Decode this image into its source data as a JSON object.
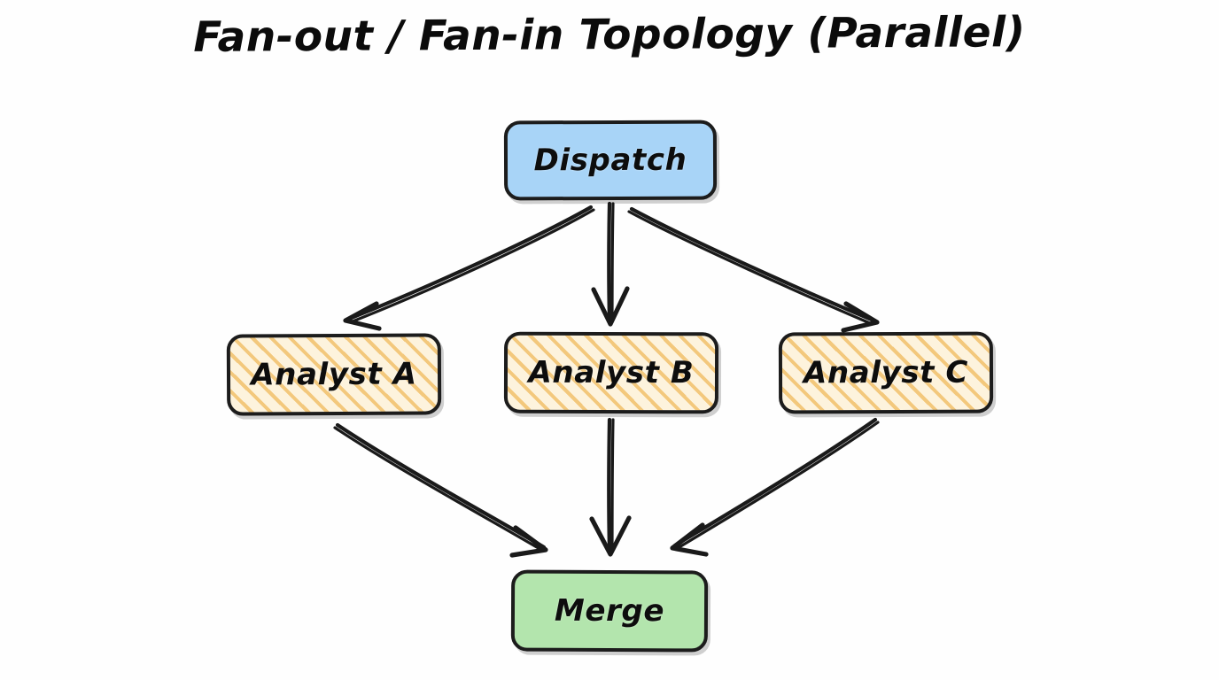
{
  "title": "Fan-out / Fan-in Topology (Parallel)",
  "background_color": "#fefefe",
  "stroke_color": "#1a1a1a",
  "nodes": [
    {
      "id": "dispatch",
      "label": "Dispatch",
      "fill": "#a8d4f7",
      "style": "solid",
      "role": "source"
    },
    {
      "id": "analyst-a",
      "label": "Analyst A",
      "fill": "#fdf3dd",
      "hatch": "#f3c87c",
      "style": "hatched",
      "role": "worker"
    },
    {
      "id": "analyst-b",
      "label": "Analyst B",
      "fill": "#fdf3dd",
      "hatch": "#f3c87c",
      "style": "hatched",
      "role": "worker"
    },
    {
      "id": "analyst-c",
      "label": "Analyst C",
      "fill": "#fdf3dd",
      "hatch": "#f3c87c",
      "style": "hatched",
      "role": "worker"
    },
    {
      "id": "merge",
      "label": "Merge",
      "fill": "#b3e5ad",
      "style": "solid",
      "role": "sink"
    }
  ],
  "edges": [
    {
      "from": "dispatch",
      "to": "analyst-a",
      "label": ""
    },
    {
      "from": "dispatch",
      "to": "analyst-b",
      "label": ""
    },
    {
      "from": "dispatch",
      "to": "analyst-c",
      "label": ""
    },
    {
      "from": "analyst-a",
      "to": "merge",
      "label": ""
    },
    {
      "from": "analyst-b",
      "to": "merge",
      "label": ""
    },
    {
      "from": "analyst-c",
      "to": "merge",
      "label": ""
    }
  ]
}
